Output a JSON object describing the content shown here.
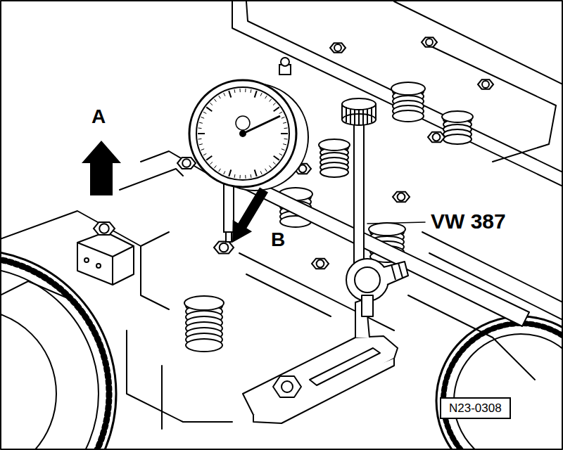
{
  "diagram": {
    "nodes": [
      {
        "text": [
          "N23-0308"
        ]
      }
    ],
    "labels": [
      "A",
      "B",
      "VW 387"
    ]
  }
}
